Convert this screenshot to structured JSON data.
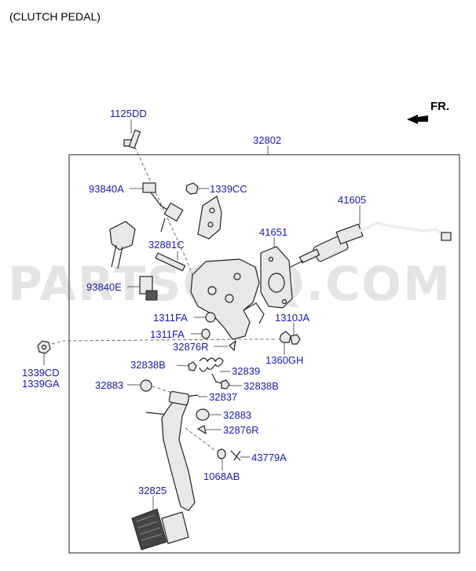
{
  "title": "(CLUTCH PEDAL)",
  "direction": {
    "label": "FR."
  },
  "watermark": "PARTSOUQ.COM",
  "colors": {
    "label": "#1a1aa8",
    "line": "#222222",
    "watermark": "#cfcfcf"
  },
  "labels": {
    "p1125DD": "1125DD",
    "p32802": "32802",
    "p93840A": "93840A",
    "p1339CC": "1339CC",
    "p41605": "41605",
    "p41651": "41651",
    "p32881C": "32881C",
    "p93840E": "93840E",
    "p1311FA_1": "1311FA",
    "p1310JA": "1310JA",
    "p1311FA_2": "1311FA",
    "p32876R_1": "32876R",
    "p1360GH": "1360GH",
    "p1339CD": "1339CD",
    "p1339GA": "1339GA",
    "p32838B_1": "32838B",
    "p32839": "32839",
    "p32883_1": "32883",
    "p32838B_2": "32838B",
    "p32837": "32837",
    "p32883_2": "32883",
    "p32876R_2": "32876R",
    "p43779A": "43779A",
    "p1068AB": "1068AB",
    "p32825": "32825"
  }
}
